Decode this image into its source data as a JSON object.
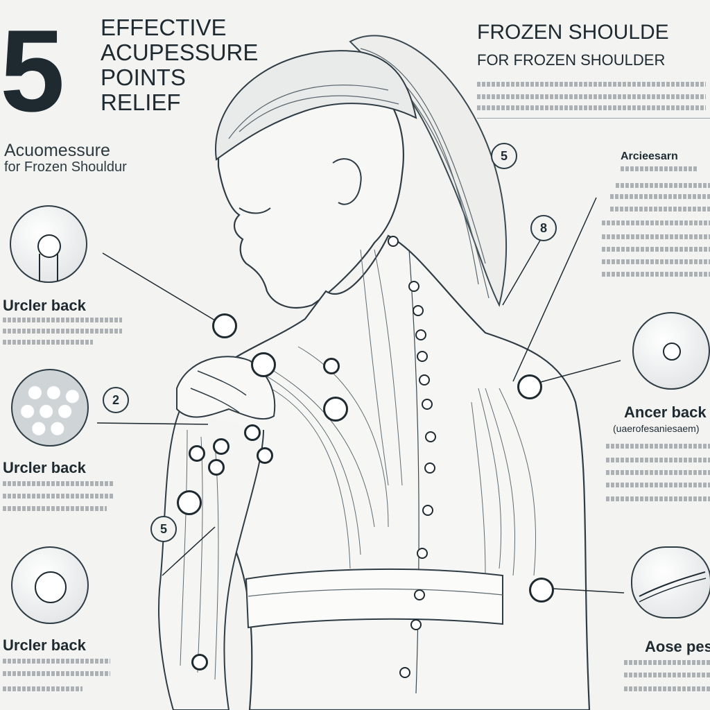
{
  "header": {
    "number": "5",
    "title_lines": [
      "EFFECTIVE",
      "ACUPESSURE",
      "POINTS",
      "RELIEF"
    ],
    "subtitle_lines": [
      "Acuomessure",
      "for Frozen Shouldur"
    ]
  },
  "right_header": {
    "title": "FROZEN SHOULDE",
    "subtitle": "FOR FROZEN SHOULDER"
  },
  "badges": [
    "5",
    "8",
    "2",
    "5"
  ],
  "left_labels": [
    "Urcler back",
    "Urcler back",
    "Urcler back"
  ],
  "right_labels": [
    "Ancer back",
    "Aose pesh"
  ],
  "right_small": [
    "Arcieesarn",
    "(uaerofesaniesaem)"
  ],
  "colors": {
    "ink": "#1e2a30",
    "paper": "#f3f3f2",
    "skin": "#f7f7f6"
  },
  "icons": [
    "point-circle-icon",
    "cluster-circle-icon",
    "tissue-circle-icon",
    "muscle-circle-icon"
  ]
}
